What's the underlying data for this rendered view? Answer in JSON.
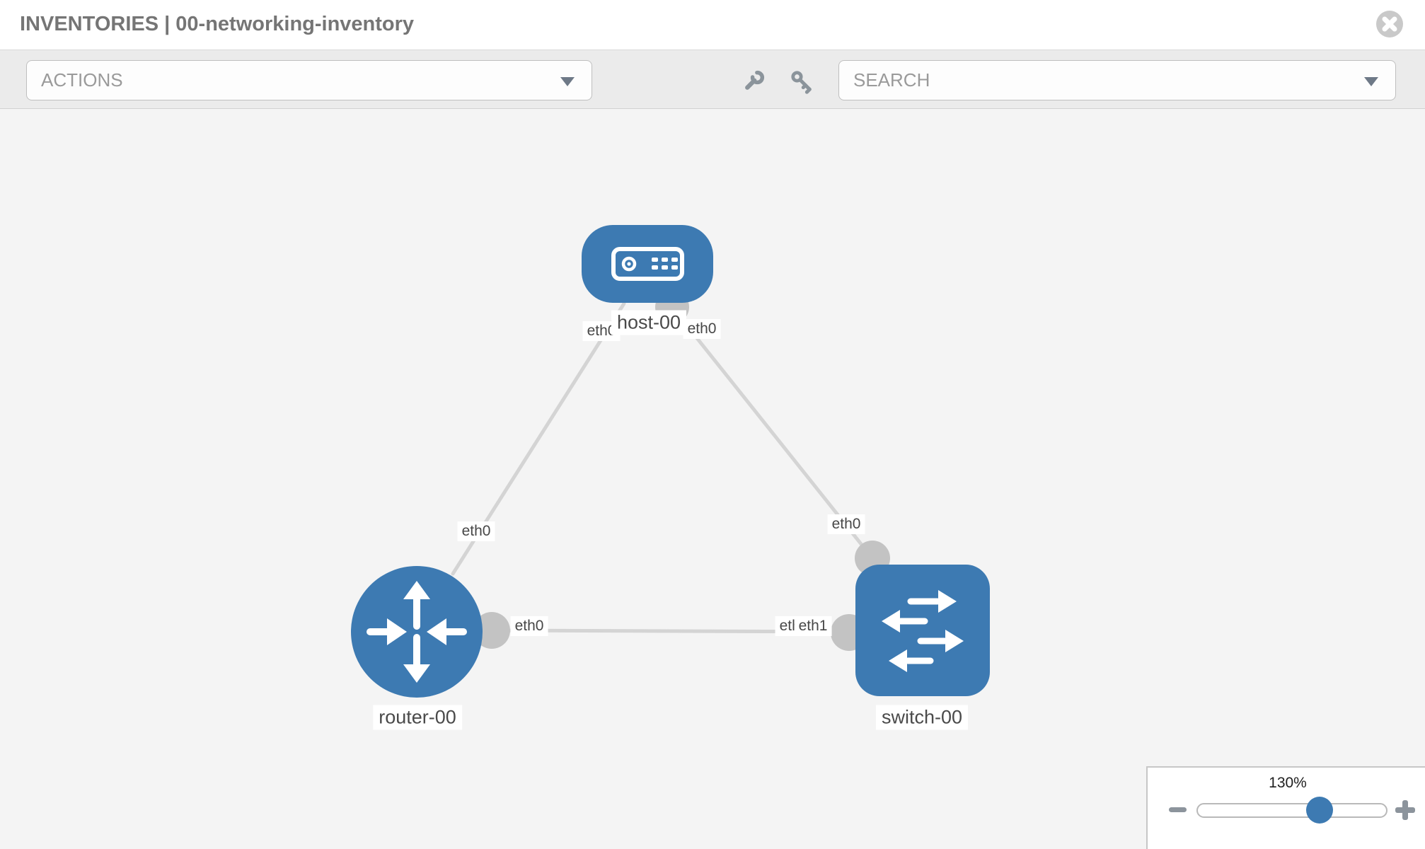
{
  "header": {
    "title": "INVENTORIES | 00-networking-inventory",
    "close_icon": "circle-x-icon"
  },
  "toolbar": {
    "actions_label": "ACTIONS",
    "search_label": "SEARCH",
    "icons": [
      "wrench-icon",
      "key-icon"
    ]
  },
  "topology": {
    "nodes": [
      {
        "id": "host-00",
        "type": "host",
        "label": "host-00",
        "icon": "host-icon"
      },
      {
        "id": "router-00",
        "type": "router",
        "label": "router-00",
        "icon": "router-icon"
      },
      {
        "id": "switch-00",
        "type": "switch",
        "label": "switch-00",
        "icon": "switch-icon"
      }
    ],
    "links": [
      {
        "source": "host-00",
        "target": "router-00"
      },
      {
        "source": "host-00",
        "target": "switch-00"
      },
      {
        "source": "router-00",
        "target": "switch-00"
      }
    ],
    "interface_labels": [
      {
        "link": "host-00/router-00",
        "end": "host-00",
        "text": "eth0"
      },
      {
        "link": "host-00/router-00",
        "end": "router-00",
        "text": "eth0"
      },
      {
        "link": "host-00/switch-00",
        "end": "host-00",
        "text": "eth0"
      },
      {
        "link": "host-00/switch-00",
        "end": "switch-00",
        "text": "eth0"
      },
      {
        "link": "router-00/switch-00",
        "end": "router-00",
        "text": "eth0"
      },
      {
        "link": "router-00/switch-00",
        "end": "switch-00",
        "text": "eth0"
      },
      {
        "link": "router-00/switch-00",
        "end": "switch-00",
        "text": "eth1"
      }
    ]
  },
  "zoom_control": {
    "level": "130%",
    "zoom_out_icon": "minus-icon",
    "zoom_in_icon": "plus-icon"
  },
  "colors": {
    "node_blue": "#3d7ab2",
    "link_gray": "#d4d4d4",
    "connector_gray": "#c3c3c3",
    "toolbar_bg": "#ebebeb",
    "canvas_bg": "#f4f4f4",
    "title_text": "#757575"
  }
}
